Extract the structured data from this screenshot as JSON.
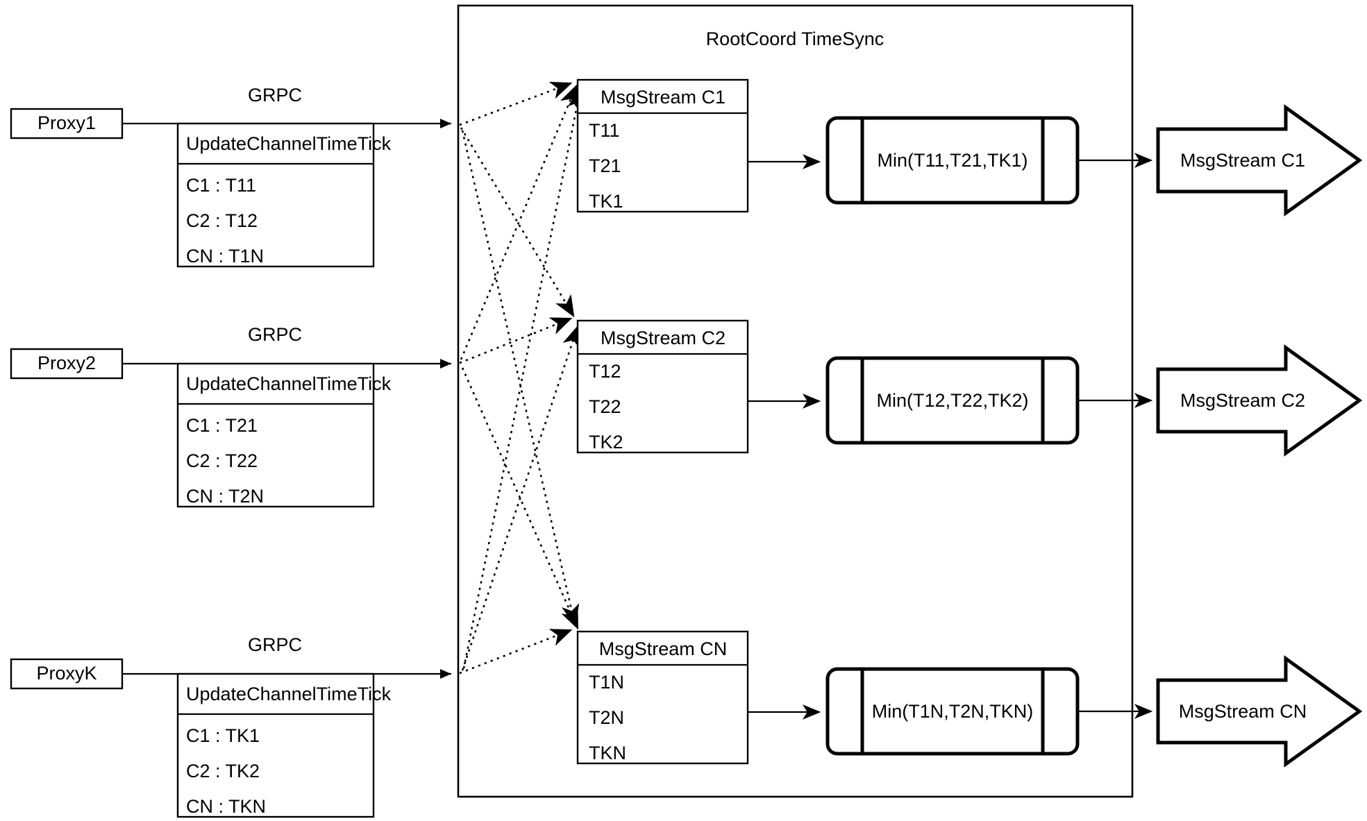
{
  "diagram": {
    "title": "RootCoord TimeSync",
    "container_label": "RootCoord TimeSync",
    "link_label_default": "GRPC"
  },
  "proxies": [
    {
      "name": "Proxy1",
      "link_label": "GRPC",
      "table_header": "UpdateChannelTimeTick",
      "rows": [
        "C1 :  T11",
        "C2 :  T12",
        "CN : T1N"
      ]
    },
    {
      "name": "Proxy2",
      "link_label": "GRPC",
      "table_header": "UpdateChannelTimeTick",
      "rows": [
        "C1 :  T21",
        "C2 :  T22",
        "CN : T2N"
      ]
    },
    {
      "name": "ProxyK",
      "link_label": "GRPC",
      "table_header": "UpdateChannelTimeTick",
      "rows": [
        "C1 :  TK1",
        "C2 :  TK2",
        "CN : TKN"
      ]
    }
  ],
  "channels": [
    {
      "msgstream_header": "MsgStream C1",
      "msgstream_rows": [
        "T11",
        "T21",
        "TK1"
      ],
      "min_label": "Min(T11,T21,TK1)",
      "output_label": "MsgStream C1"
    },
    {
      "msgstream_header": "MsgStream C2",
      "msgstream_rows": [
        "T12",
        "T22",
        "TK2"
      ],
      "min_label": "Min(T12,T22,TK2)",
      "output_label": "MsgStream C2"
    },
    {
      "msgstream_header": "MsgStream CN",
      "msgstream_rows": [
        "T1N",
        "T2N",
        "TKN"
      ],
      "min_label": "Min(T1N,T2N,TKN)",
      "output_label": "MsgStream CN"
    }
  ],
  "colors": {
    "stroke": "#000000",
    "fill": "#ffffff",
    "text": "#000000"
  }
}
